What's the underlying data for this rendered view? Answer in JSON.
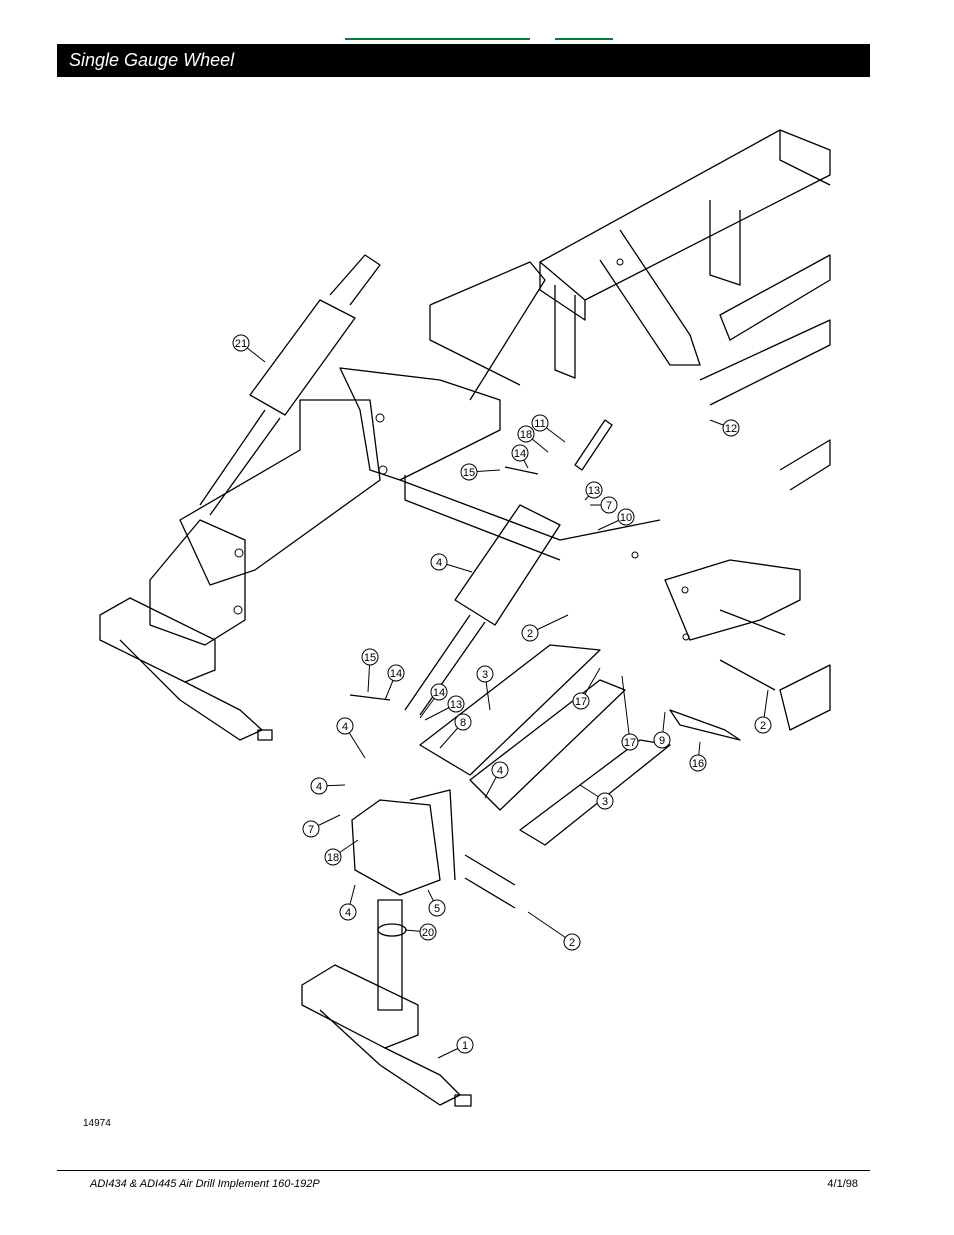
{
  "header": {
    "title": "Single Gauge Wheel"
  },
  "figure": {
    "number": "14974",
    "callouts": [
      {
        "label": "21"
      },
      {
        "label": "11"
      },
      {
        "label": "18"
      },
      {
        "label": "12"
      },
      {
        "label": "14"
      },
      {
        "label": "15"
      },
      {
        "label": "13"
      },
      {
        "label": "7"
      },
      {
        "label": "10"
      },
      {
        "label": "4"
      },
      {
        "label": "2"
      },
      {
        "label": "15"
      },
      {
        "label": "14"
      },
      {
        "label": "3"
      },
      {
        "label": "14"
      },
      {
        "label": "13"
      },
      {
        "label": "8"
      },
      {
        "label": "4"
      },
      {
        "label": "17"
      },
      {
        "label": "2"
      },
      {
        "label": "4"
      },
      {
        "label": "17"
      },
      {
        "label": "9"
      },
      {
        "label": "4"
      },
      {
        "label": "16"
      },
      {
        "label": "3"
      },
      {
        "label": "7"
      },
      {
        "label": "18"
      },
      {
        "label": "4"
      },
      {
        "label": "5"
      },
      {
        "label": "20"
      },
      {
        "label": "2"
      },
      {
        "label": "1"
      }
    ]
  },
  "footer": {
    "document": "ADI434 & ADI445 Air Drill Implement   160-192P",
    "date": "4/1/98"
  }
}
